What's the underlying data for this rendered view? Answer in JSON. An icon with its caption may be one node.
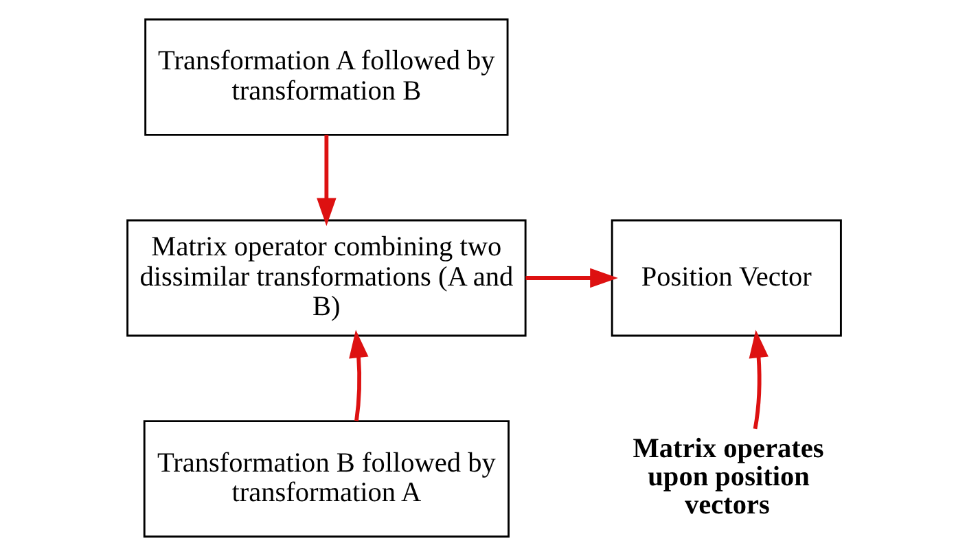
{
  "diagram": {
    "nodes": [
      {
        "text": [
          "Transformation A followed by transformation B"
        ]
      },
      {
        "text": [
          "Position Vector"
        ]
      },
      {
        "text": [
          "Matrix operator combining two dissimilar transformations (A and B)"
        ]
      },
      {
        "text": [
          "Matrix operates upon position vectors"
        ]
      },
      {
        "text": [
          "Transformation B followed by transformation A"
        ]
      }
    ],
    "edges": [
      {
        "from": 0,
        "to": 2,
        "arrow": "to"
      },
      {
        "from": 4,
        "to": 2,
        "arrow": "to"
      },
      {
        "from": 2,
        "to": 1,
        "arrow": "to"
      },
      {
        "from": 3,
        "to": 1,
        "arrow": "to"
      }
    ]
  }
}
